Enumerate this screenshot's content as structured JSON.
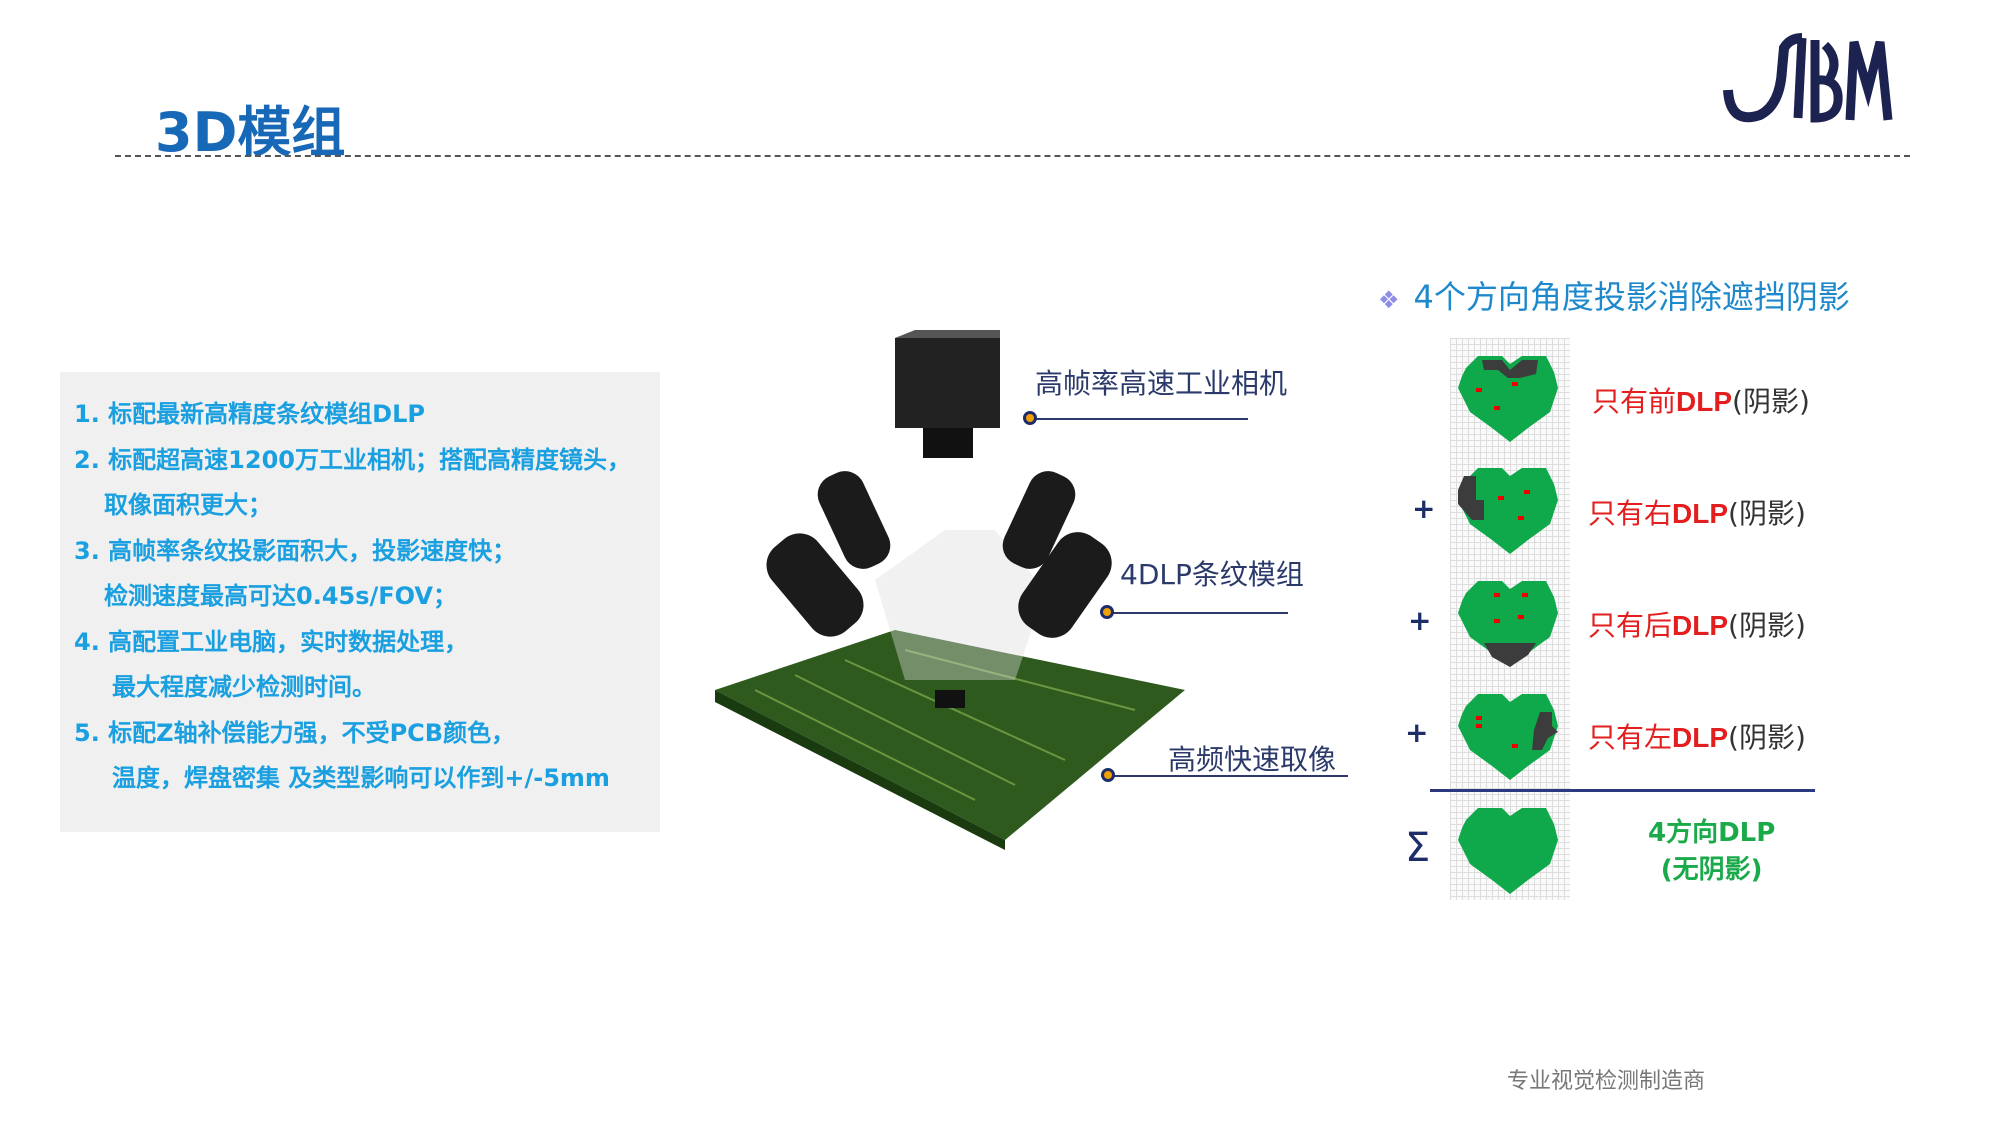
{
  "header": {
    "title": "3D模组",
    "logo_text": "JBM"
  },
  "features": [
    "1. 标配最新高精度条纹模组DLP",
    "2. 标配超高速1200万工业相机；搭配高精度镜头，",
    "取像面积更大；",
    "3. 高帧率条纹投影面积大，投影速度快；",
    "检测速度最高可达0.45s/FOV；",
    "4. 高配置工业电脑，实时数据处理，",
    "最大程度减少检测时间。",
    "5. 标配Z轴补偿能力强，不受PCB颜色，",
    "温度，焊盘密集 及类型影响可以作到+/-5mm"
  ],
  "diagram": {
    "camera_label": "高帧率高速工业相机",
    "dlp_label": "4DLP条纹模组",
    "capture_label": "高频快速取像"
  },
  "shadow": {
    "heading": "4个方向角度投影消除遮挡阴影",
    "rows": [
      {
        "prefix": "",
        "dir": "只有前",
        "dlp": "DLP",
        "suffix": "(阴影)"
      },
      {
        "prefix": "+",
        "dir": "只有右",
        "dlp": "DLP",
        "suffix": "(阴影)"
      },
      {
        "prefix": "+",
        "dir": "只有后",
        "dlp": "DLP",
        "suffix": "(阴影)"
      },
      {
        "prefix": "+",
        "dir": "只有左",
        "dlp": "DLP",
        "suffix": "(阴影)"
      }
    ],
    "sum_symbol": "Σ",
    "sum_line1": "4方向DLP",
    "sum_line2": "(无阴影)"
  },
  "footer": "专业视觉检测制造商",
  "colors": {
    "title": "#1769b8",
    "feature_text": "#1aa0e0",
    "label_red": "#e31e1e",
    "green": "#1aaa4a"
  }
}
